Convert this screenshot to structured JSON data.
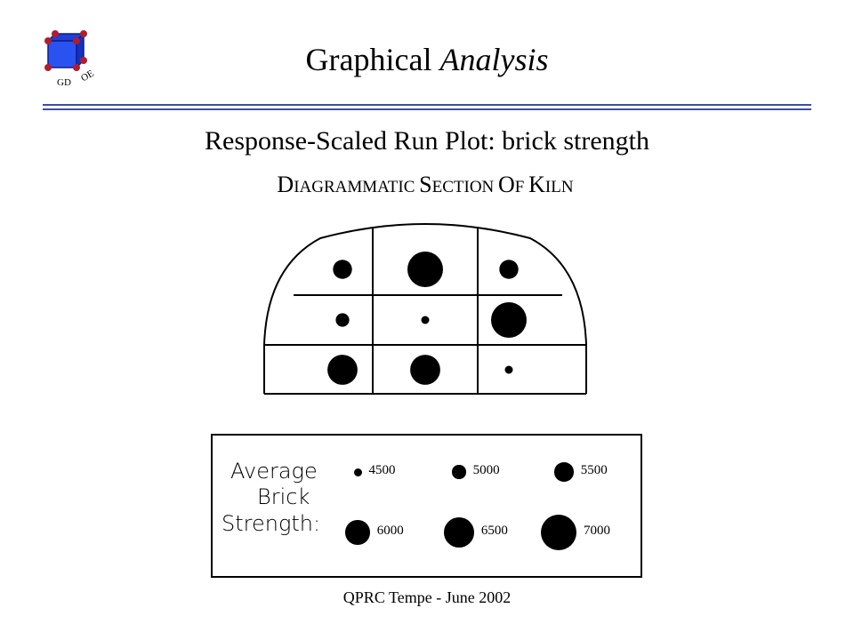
{
  "logo": {
    "text_left": "GD",
    "text_right": "OE",
    "color": "#1f3fd6",
    "node_color": "#b01d2c"
  },
  "header": {
    "title_plain": "Graphical",
    "title_italic": "Analysis",
    "rule_color": "#3b4ea3"
  },
  "subtitle": "Response-Scaled Run Plot:  brick strength",
  "diagram_title": "Diagrammatic Section of Kiln",
  "kiln": {
    "rows": 3,
    "cols": 3,
    "cells": [
      [
        5500,
        7000,
        5500
      ],
      [
        5000,
        4500,
        7000
      ],
      [
        6500,
        6500,
        4500
      ]
    ]
  },
  "legend": {
    "label_lines": [
      "Average",
      "Brick",
      "Strength:"
    ],
    "items": [
      {
        "value": 4500,
        "label": "4500"
      },
      {
        "value": 5000,
        "label": "5000"
      },
      {
        "value": 5500,
        "label": "5500"
      },
      {
        "value": 6000,
        "label": "6000"
      },
      {
        "value": 6500,
        "label": "6500"
      },
      {
        "value": 7000,
        "label": "7000"
      }
    ]
  },
  "footer": "QPRC Tempe - June 2002"
}
